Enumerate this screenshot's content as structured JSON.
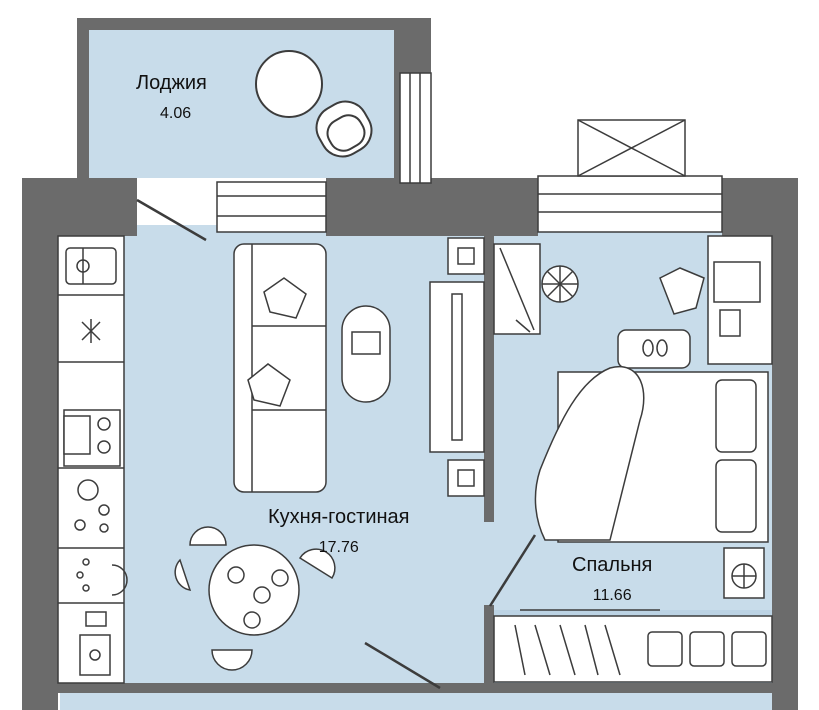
{
  "rooms": {
    "loggia": {
      "name": "Лоджия",
      "area": "4.06"
    },
    "kitchen_living": {
      "name": "Кухня-гостиная",
      "area": "17.76"
    },
    "bedroom": {
      "name": "Спальня",
      "area": "11.66"
    }
  },
  "colors": {
    "wall": "#6b6b6b",
    "floor": "#c8dcea",
    "floor_alt": "#bcd3e4",
    "furniture_fill": "#ffffff",
    "furniture_stroke": "#3c3c3c"
  },
  "icons": [
    "sofa-icon",
    "armchair-icon",
    "bed-icon",
    "dining-table-icon",
    "stove-icon",
    "sink-icon",
    "fan-icon",
    "laptop-icon",
    "wardrobe-icon",
    "tv-stand-icon",
    "ac-unit-icon"
  ]
}
